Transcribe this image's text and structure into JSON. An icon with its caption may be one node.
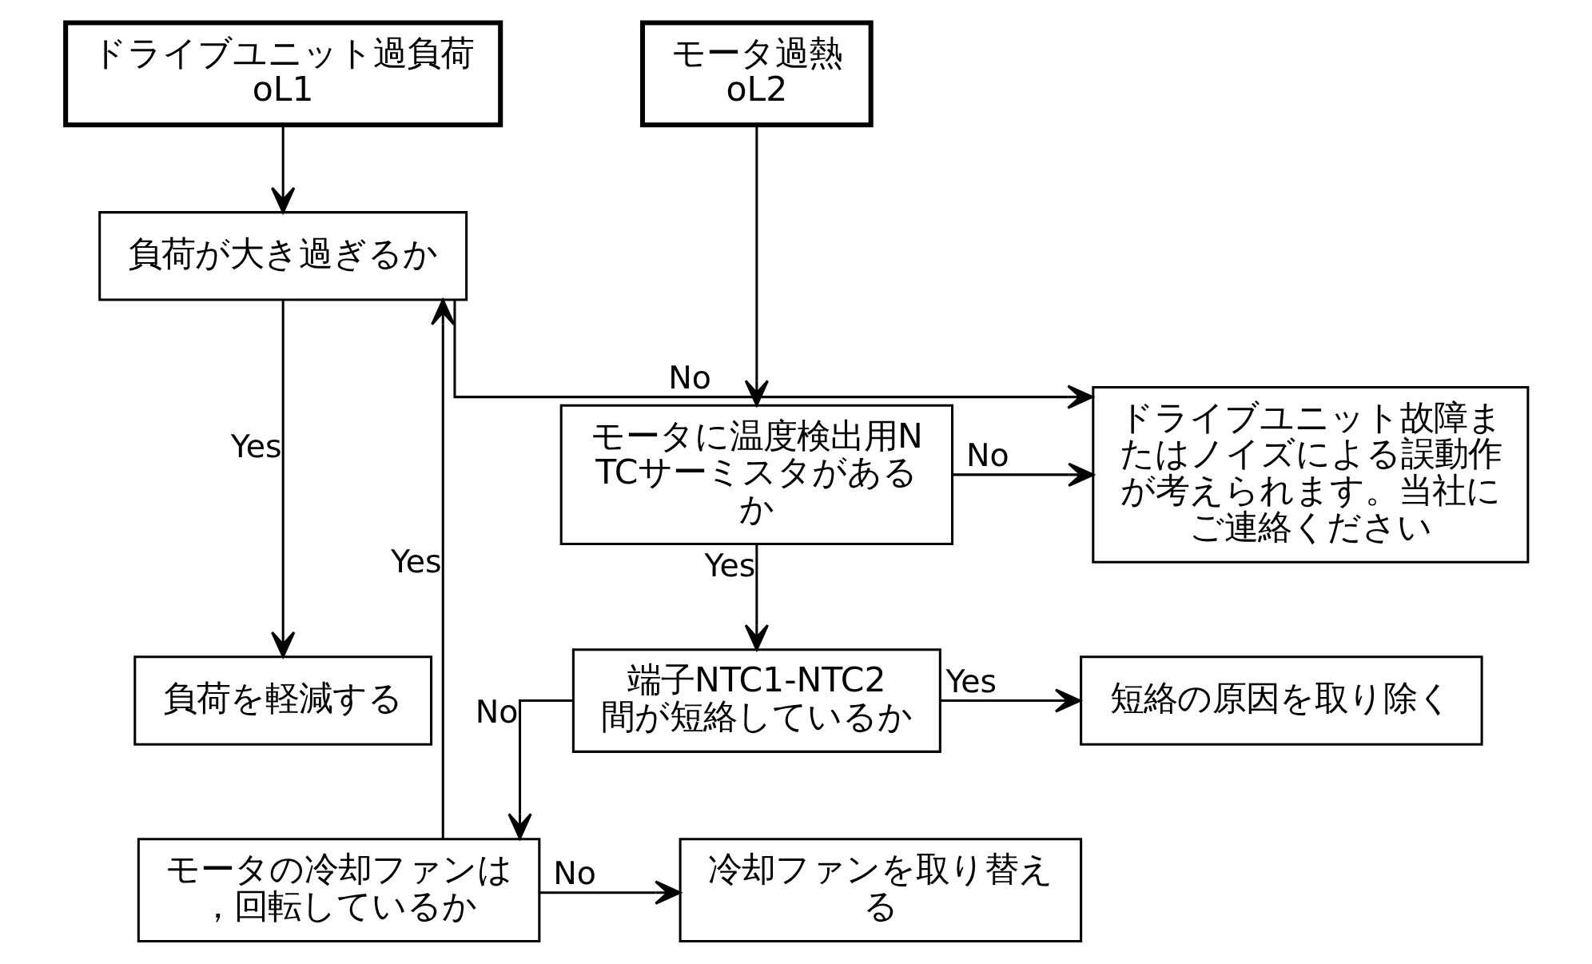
{
  "diagram": {
    "nodes": [
      {
        "text": [
          "ドライブユニット過負荷",
          "oL1"
        ]
      },
      {
        "text": [
          "モータ過熱",
          "oL2"
        ]
      },
      {
        "text": [
          "モータに温度検出用NTCサーミスタがあるか"
        ]
      },
      {
        "text": [
          "ドライブユニット故障またはノイズによる誤動作が考えられます。当社にご連絡ください"
        ]
      },
      {
        "text": [
          "負荷が大き過ぎるか"
        ]
      },
      {
        "text": [
          "負荷を軽減する"
        ]
      },
      {
        "text": [
          "端子NTC1-NTC2間が短絡しているか"
        ]
      },
      {
        "text": [
          "短絡の原因を取り除く"
        ]
      },
      {
        "text": [
          "モータの冷却ファンは，回転しているか"
        ]
      },
      {
        "text": [
          "冷却ファンを取り替える"
        ]
      }
    ],
    "edges": [
      {
        "from": 0,
        "to": 4,
        "arrow": "to"
      },
      {
        "from": 1,
        "to": 2,
        "arrow": "to"
      },
      {
        "from": 2,
        "to": 3,
        "arrow": "to",
        "label": "No"
      },
      {
        "from": 2,
        "to": 6,
        "arrow": "to",
        "label": "Yes"
      },
      {
        "from": 4,
        "to": 3,
        "arrow": "to",
        "label": "No"
      },
      {
        "from": 4,
        "to": 5,
        "arrow": "to",
        "label": "Yes"
      },
      {
        "from": 6,
        "to": 7,
        "arrow": "to",
        "label": "Yes"
      },
      {
        "from": 6,
        "to": 8,
        "arrow": "to",
        "label": "No"
      },
      {
        "from": 8,
        "to": 9,
        "arrow": "to",
        "label": "No"
      },
      {
        "from": 8,
        "to": 4,
        "arrow": "to",
        "label": "Yes"
      }
    ]
  }
}
